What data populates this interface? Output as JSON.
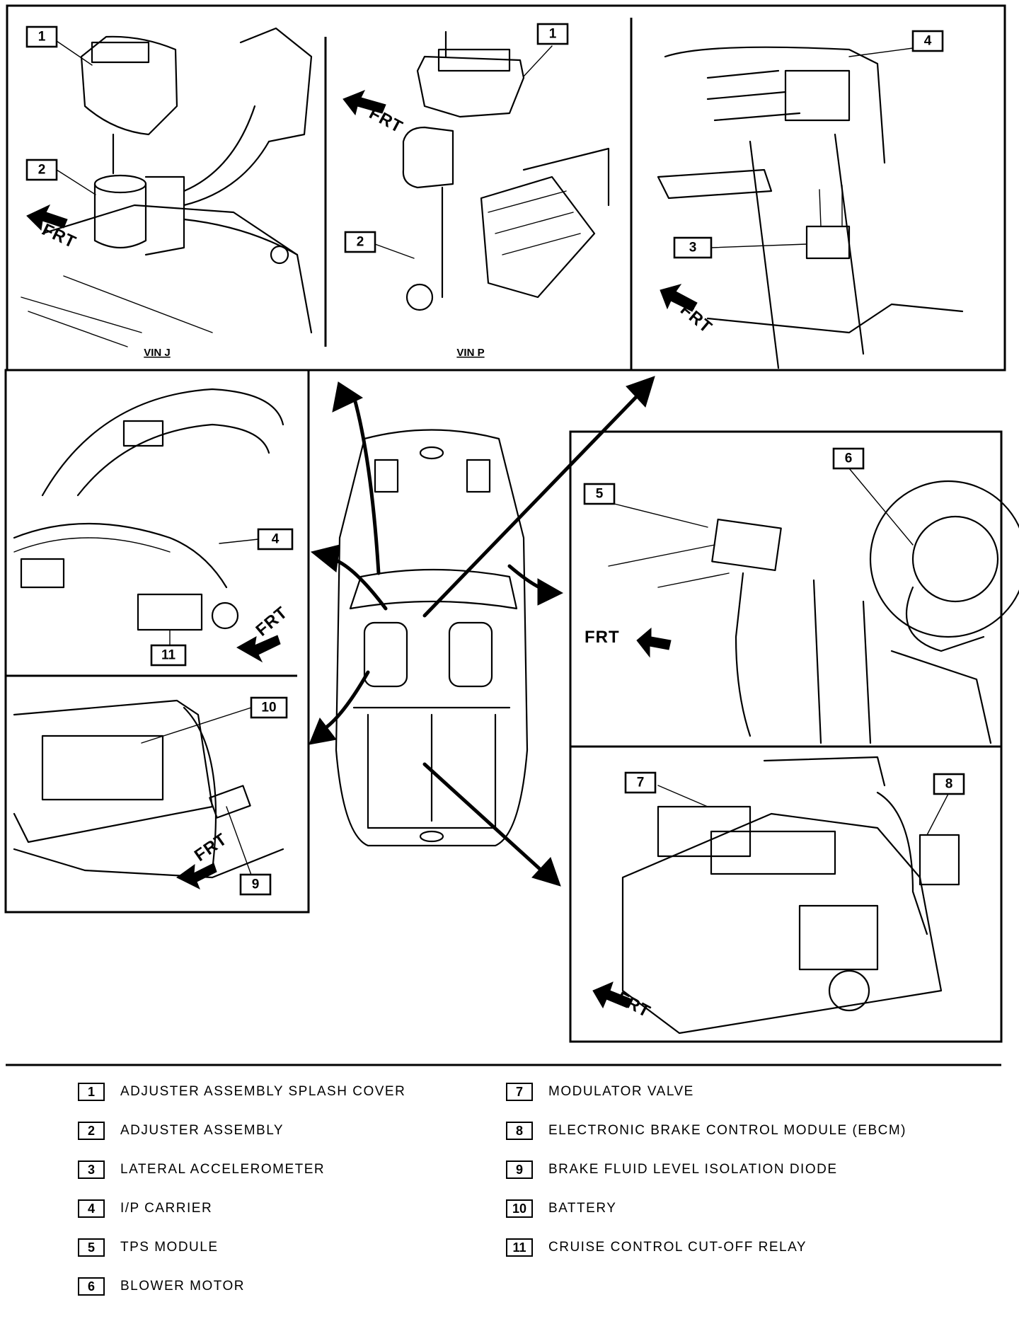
{
  "views": {
    "top_left": {
      "caption_left": "VIN J",
      "caption_right": "VIN P"
    },
    "frt_label": "FRT"
  },
  "callouts": {
    "c1a": "1",
    "c1b": "1",
    "c2a": "2",
    "c2b": "2",
    "c3": "3",
    "c4a": "4",
    "c4b": "4",
    "c5": "5",
    "c6": "6",
    "c7": "7",
    "c8": "8",
    "c9": "9",
    "c10": "10",
    "c11": "11"
  },
  "legend": [
    {
      "num": "1",
      "label": "ADJUSTER ASSEMBLY SPLASH COVER"
    },
    {
      "num": "2",
      "label": "ADJUSTER ASSEMBLY"
    },
    {
      "num": "3",
      "label": "LATERAL ACCELEROMETER"
    },
    {
      "num": "4",
      "label": "I/P CARRIER"
    },
    {
      "num": "5",
      "label": "TPS MODULE"
    },
    {
      "num": "6",
      "label": "BLOWER MOTOR"
    },
    {
      "num": "7",
      "label": "MODULATOR VALVE"
    },
    {
      "num": "8",
      "label": "ELECTRONIC BRAKE CONTROL MODULE (EBCM)"
    },
    {
      "num": "9",
      "label": "BRAKE FLUID LEVEL ISOLATION DIODE"
    },
    {
      "num": "10",
      "label": "BATTERY"
    },
    {
      "num": "11",
      "label": "CRUISE CONTROL CUT-OFF RELAY"
    }
  ]
}
